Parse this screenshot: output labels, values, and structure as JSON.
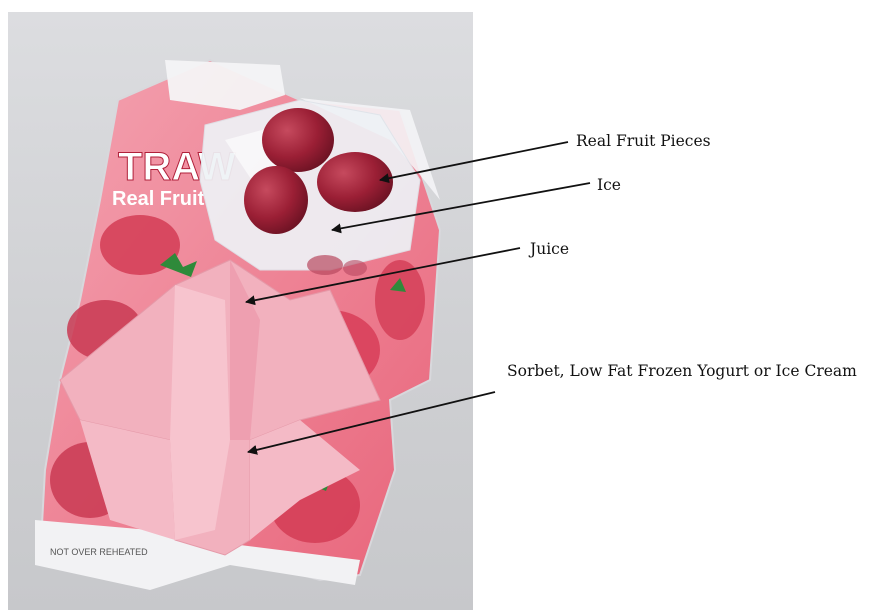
{
  "labels": {
    "real_fruit": "Real Fruit Pieces",
    "ice": "Ice",
    "juice": "Juice",
    "sorbet": "Sorbet, Low Fat Frozen Yogurt or Ice Cream"
  },
  "package_text": {
    "brand_partial": "TRAW",
    "tagline": "Real Fruit",
    "bottom": "NOT OVER REHEATED"
  },
  "colors": {
    "package_pink": "#e8647a",
    "package_pale": "#f3b6c1",
    "strawberry": "#9b1f35",
    "ice": "#eef2f6",
    "arrow": "#111111"
  }
}
